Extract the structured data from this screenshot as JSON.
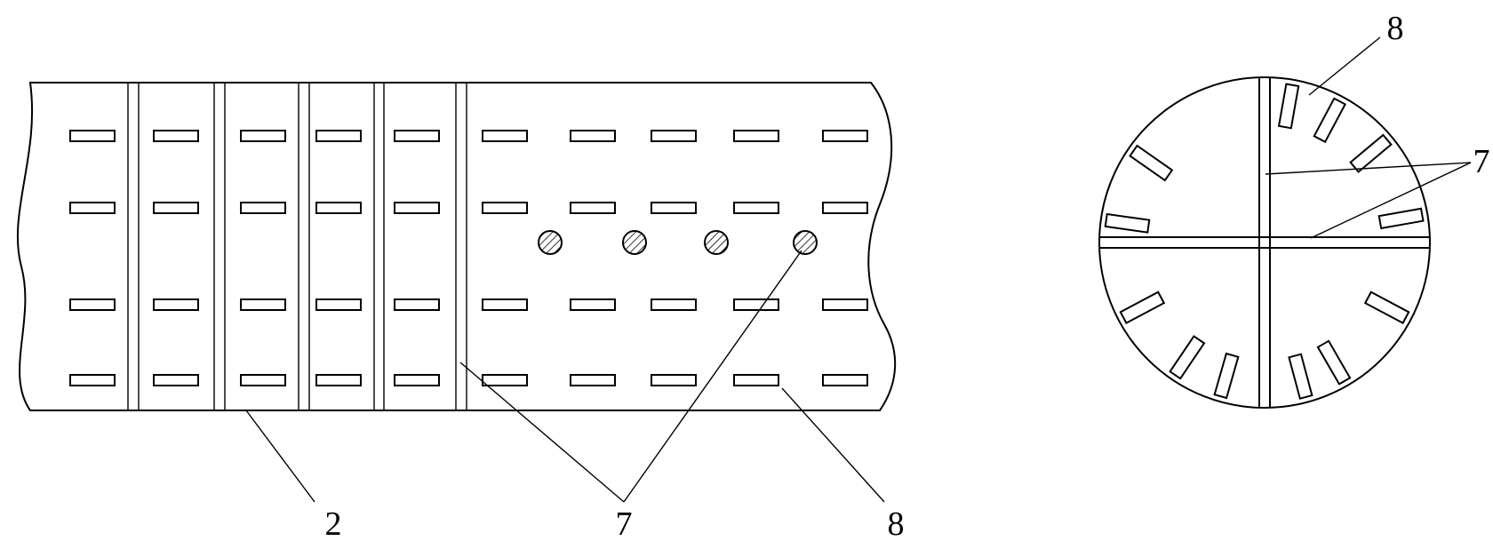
{
  "figure": {
    "labels": {
      "pipe_body": "2",
      "stiffener": "7",
      "slot": "8"
    }
  }
}
